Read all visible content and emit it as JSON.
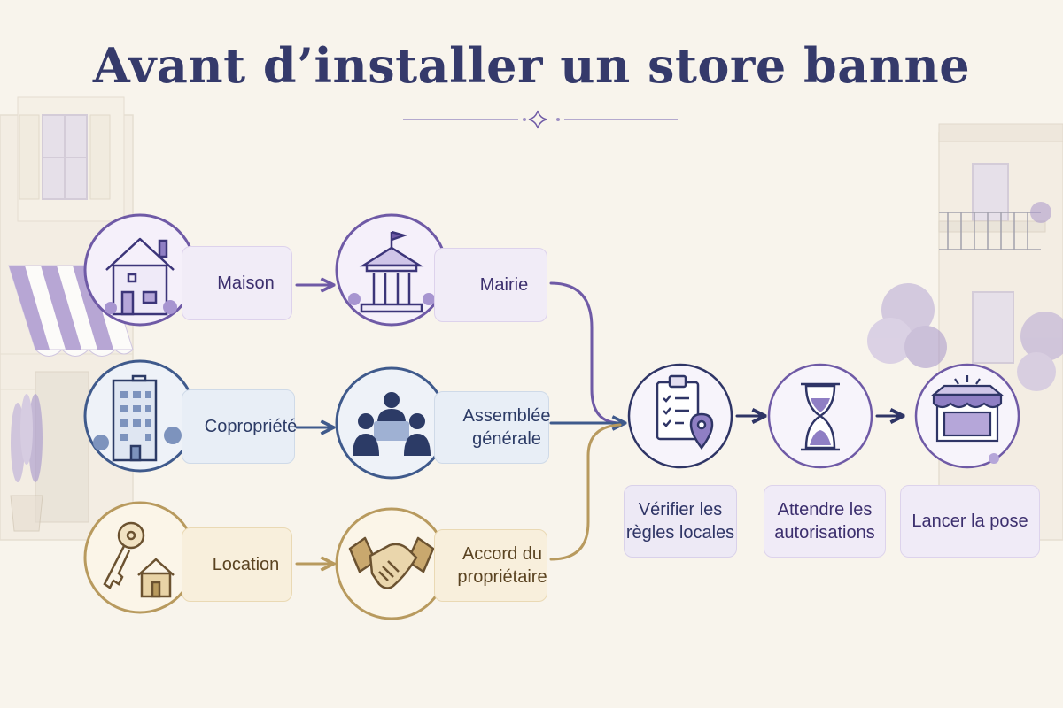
{
  "title": "Avant d’installer un store banne",
  "rows": {
    "maison": {
      "situation": "Maison",
      "authority": "Mairie"
    },
    "copropriete": {
      "situation": "Copropriété",
      "authority": "Assemblée\ngénérale"
    },
    "location": {
      "situation": "Location",
      "authority": "Accord du\npropriétaire"
    }
  },
  "steps": [
    {
      "label": "Vérifier les\nrègles locales",
      "icon": "clipboard-checklist-icon"
    },
    {
      "label": "Attendre les\nautorisations",
      "icon": "hourglass-icon"
    },
    {
      "label": "Lancer la pose",
      "icon": "awning-storefront-icon"
    }
  ],
  "colors": {
    "purple": "#6f5aa6",
    "blue": "#3f5a8c",
    "gold": "#b89a5e",
    "navy": "#353a6b",
    "background": "#f8f4ec"
  }
}
